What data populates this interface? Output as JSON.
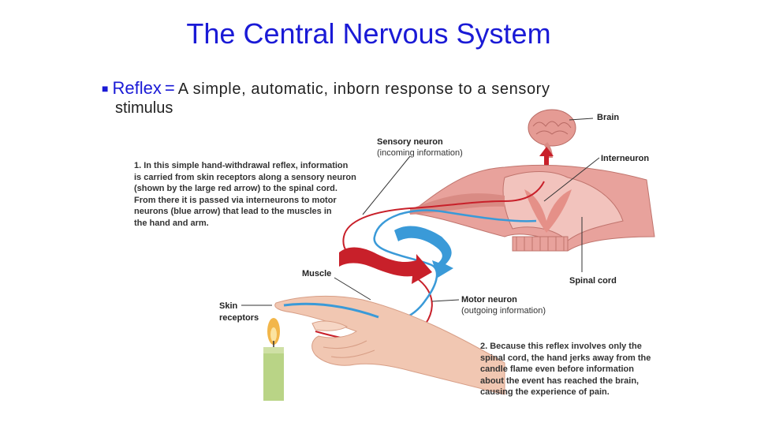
{
  "slide": {
    "title": "The Central Nervous System",
    "bullet_term": "Reflex",
    "bullet_equals": "=",
    "bullet_definition": "A simple, automatic, inborn response to a sensory",
    "bullet_continuation": "stimulus"
  },
  "figure": {
    "labels": {
      "brain": "Brain",
      "sensory_neuron": "Sensory neuron",
      "sensory_neuron_sub": "(incoming information)",
      "interneuron": "Interneuron",
      "spinal_cord": "Spinal cord",
      "muscle": "Muscle",
      "skin_receptors_1": "Skin",
      "skin_receptors_2": "receptors",
      "motor_neuron": "Motor neuron",
      "motor_neuron_sub": "(outgoing information)"
    },
    "caption1": [
      "1. In this simple hand-withdrawal reflex, information",
      "is carried from skin receptors along a sensory neuron",
      "(shown by the large red arrow) to the spinal cord.",
      "From there it is passed via interneurons to motor",
      "neurons (blue arrow) that lead to the muscles in",
      "the hand and arm."
    ],
    "caption2": [
      "2. Because this reflex involves only the",
      "spinal cord, the hand jerks away from the",
      "candle flame even before information",
      "about the event has reached the brain,",
      "causing the experience of pain."
    ],
    "colors": {
      "title": "#1a1ad6",
      "sensory_red": "#c8202a",
      "motor_blue": "#3a9ad8",
      "spinal_pink": "#e8a29c",
      "skin": "#f1c7b2",
      "candle_green": "#b9d486",
      "flame": "#f2b64a"
    }
  }
}
